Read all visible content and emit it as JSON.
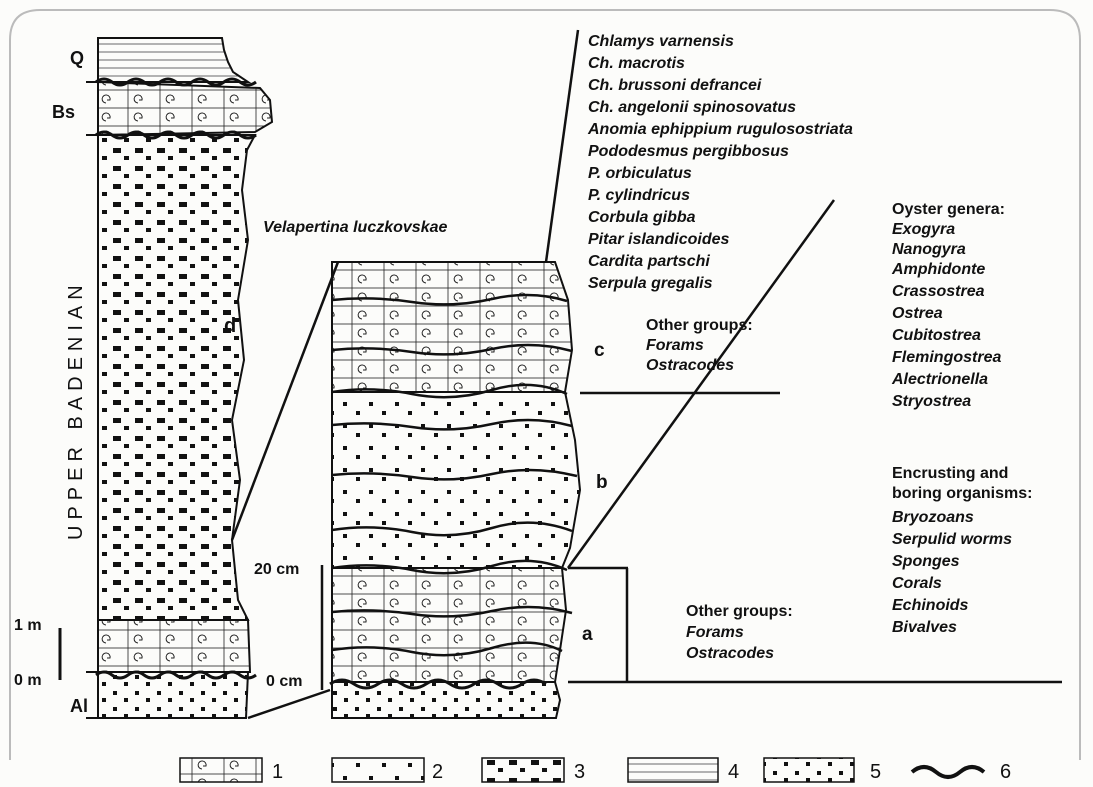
{
  "stratigraphic_column": {
    "unit_labels": [
      "Q",
      "Bs",
      "d",
      "Al"
    ],
    "stage_label": "UPPER BADENIAN",
    "scale_labels": [
      "1 m",
      "0 m"
    ]
  },
  "detailed_section": {
    "title_species": "Velapertina luczkovskae",
    "unit_labels": [
      "c",
      "b",
      "a"
    ],
    "scale_labels": [
      "20 cm",
      "0 cm"
    ]
  },
  "species_list": [
    "Chlamys varnensis",
    "Ch. macrotis",
    "Ch. brussoni defrancei",
    "Ch. angelonii spinosovatus",
    "Anomia ephippium rugulosostriata",
    "Pododesmus pergibbosus",
    "P. orbiculatus",
    "P. cylindricus",
    "Corbula gibba",
    "Pitar islandicoides",
    "Cardita partschi",
    "Serpula gregalis"
  ],
  "other_groups_c": {
    "heading": "Other groups:",
    "items": [
      "Forams",
      "Ostracodes"
    ]
  },
  "other_groups_a": {
    "heading": "Other groups:",
    "items": [
      "Forams",
      "Ostracodes"
    ]
  },
  "oyster_genera": {
    "heading": "Oyster genera:",
    "items": [
      "Exogyra",
      "Nanogyra",
      "Amphidonte",
      "Crassostrea",
      "Ostrea",
      "Cubitostrea",
      "Flemingostrea",
      "Alectrionella",
      "Stryostrea"
    ]
  },
  "encrusting": {
    "heading_lines": [
      "Encrusting and",
      "boring organisms:"
    ],
    "items": [
      "Bryozoans",
      "Serpulid worms",
      "Sponges",
      "Corals",
      "Echinoids",
      "Bivalves"
    ]
  },
  "legend": [
    "1",
    "2",
    "3",
    "4",
    "5",
    "6"
  ]
}
